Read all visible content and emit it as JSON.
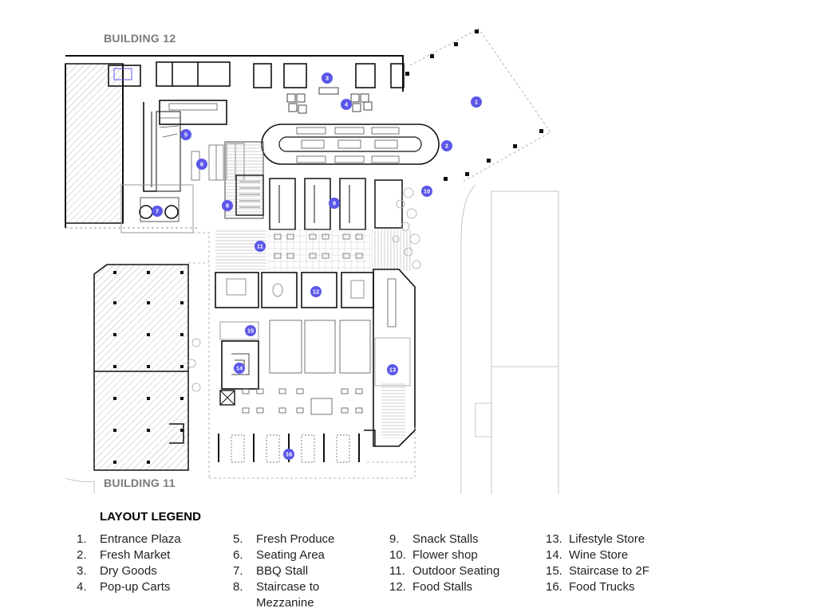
{
  "labels": {
    "building_12": "BUILDING 12",
    "building_11": "BUILDING 11",
    "legend_title": "LAYOUT LEGEND"
  },
  "colors": {
    "marker": "#5b57e8",
    "wall": "#111111",
    "light_line": "#9a9a9a",
    "hatch": "#b4b4b4",
    "greenery": "#a8a8a8"
  },
  "markers": [
    "1",
    "2",
    "3",
    "4",
    "5",
    "6",
    "7",
    "8",
    "9",
    "10",
    "11",
    "12",
    "13",
    "14",
    "15",
    "16"
  ],
  "legend": {
    "columns": [
      [
        {
          "num": "1.",
          "text": "Entrance Plaza"
        },
        {
          "num": "2.",
          "text": "Fresh Market"
        },
        {
          "num": "3.",
          "text": "Dry Goods"
        },
        {
          "num": "4.",
          "text": "Pop-up Carts"
        }
      ],
      [
        {
          "num": "5.",
          "text": "Fresh Produce"
        },
        {
          "num": "6.",
          "text": "Seating Area"
        },
        {
          "num": "7.",
          "text": "BBQ Stall"
        },
        {
          "num": "8.",
          "text": "Staircase to Mezzanine"
        }
      ],
      [
        {
          "num": "9.",
          "text": "Snack Stalls"
        },
        {
          "num": "10.",
          "text": "Flower shop"
        },
        {
          "num": "11.",
          "text": "Outdoor Seating"
        },
        {
          "num": "12.",
          "text": "Food Stalls"
        }
      ],
      [
        {
          "num": "13.",
          "text": "Lifestyle Store"
        },
        {
          "num": "14.",
          "text": "Wine Store"
        },
        {
          "num": "15.",
          "text": "Staircase to 2F"
        },
        {
          "num": "16.",
          "text": "Food Trucks"
        }
      ]
    ]
  }
}
